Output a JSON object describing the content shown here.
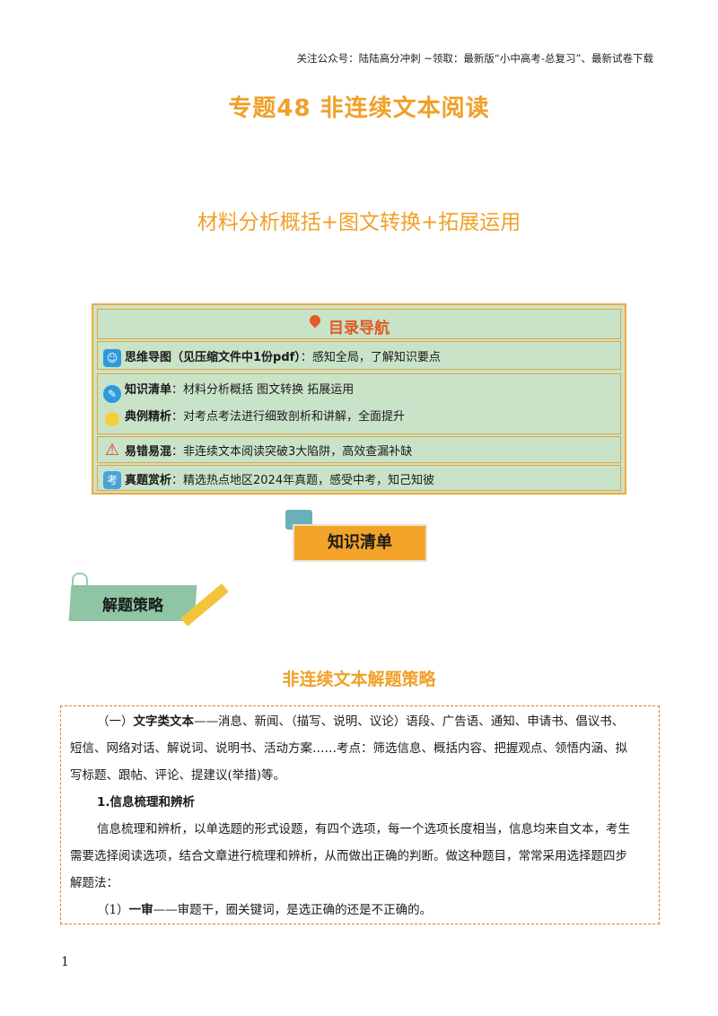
{
  "header_note": "关注公众号：陆陆高分冲刺 ~领取：最新版“小中高考-总复习”、最新试卷下载",
  "title": "专题48  非连续文本阅读",
  "subtitle": "材料分析概括+图文转换+拓展运用",
  "toc": {
    "heading": "目录导航",
    "rows": [
      {
        "label": "思维导图（见压缩文件中1份pdf）",
        "desc": "：感知全局，了解知识要点"
      },
      {
        "label": "知识清单",
        "desc": "：材料分析概括  图文转换  拓展运用"
      },
      {
        "label": "典例精析",
        "desc": "：对考点考法进行细致剖析和讲解，全面提升"
      },
      {
        "label": "易错易混",
        "desc": "：非连续文本阅读突破3大陷阱，高效查漏补缺"
      },
      {
        "label": "真题赏析",
        "desc": "：精选热点地区2024年真题，感受中考，知己知彼"
      }
    ],
    "exam_icon_char": "考"
  },
  "knowledge_badge": "知识清单",
  "strategy_tag": "解题策略",
  "section_title": "非连续文本解题策略",
  "content": {
    "p1_lead": "（一）",
    "p1_bold": "文字类文本",
    "p1_rest": "——消息、新闻、（描写、说明、议论）语段、广告语、通知、申请书、倡议书、",
    "p1_line2": "短信、网络对话、解说词、说明书、活动方案……考点：筛选信息、概括内容、把握观点、领悟内涵、拟",
    "p1_line3": "写标题、跟帖、评论、提建议(举措)等。",
    "h1": "1.信息梳理和辨析",
    "p2_line1": "信息梳理和辨析，以单选题的形式设题，有四个选项，每一个选项长度相当，信息均来自文本，考生",
    "p2_line2": "需要选择阅读选项，结合文章进行梳理和辨析，从而做出正确的判断。做这种题目，常常采用选择题四步",
    "p2_line3": "解题法：",
    "p3_lead": "（1）",
    "p3_bold": "一审",
    "p3_rest": "——审题干，圈关键词，是选正确的还是不正确的。"
  },
  "page_number": "1",
  "colors": {
    "accent": "#f0a028",
    "toc_bg": "#c9e3c9",
    "border": "#e07a2e"
  }
}
